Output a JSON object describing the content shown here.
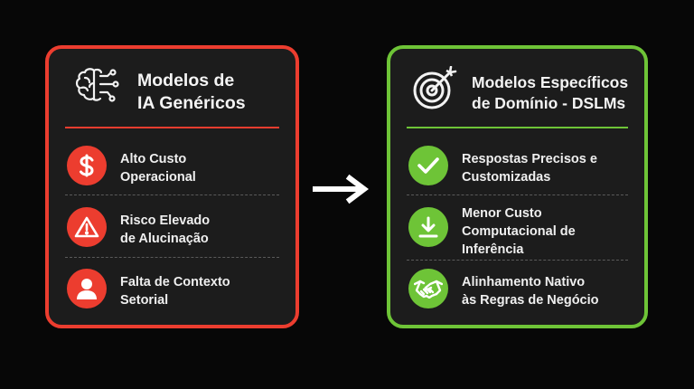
{
  "colors": {
    "red": "#ec3d2f",
    "green": "#6ec437"
  },
  "left_card": {
    "title": "Modelos de\nIA Genéricos",
    "icon": "brain-circuit-icon",
    "items": [
      {
        "icon": "dollar-icon",
        "label": "Alto Custo\nOperacional"
      },
      {
        "icon": "warning-icon",
        "label": "Risco Elevado\nde Alucinação"
      },
      {
        "icon": "user-icon",
        "label": "Falta de Contexto\nSetorial"
      }
    ]
  },
  "arrow_icon": "arrow-right-icon",
  "right_card": {
    "title": "Modelos Específicos\nde Domínio - DSLMs",
    "icon": "target-icon",
    "items": [
      {
        "icon": "check-icon",
        "label": "Respostas Precisos e\nCustomizadas"
      },
      {
        "icon": "download-icon",
        "label": "Menor Custo\nComputacional de\nInferência"
      },
      {
        "icon": "handshake-icon",
        "label": "Alinhamento Nativo\nàs Regras de Negócio"
      }
    ]
  }
}
